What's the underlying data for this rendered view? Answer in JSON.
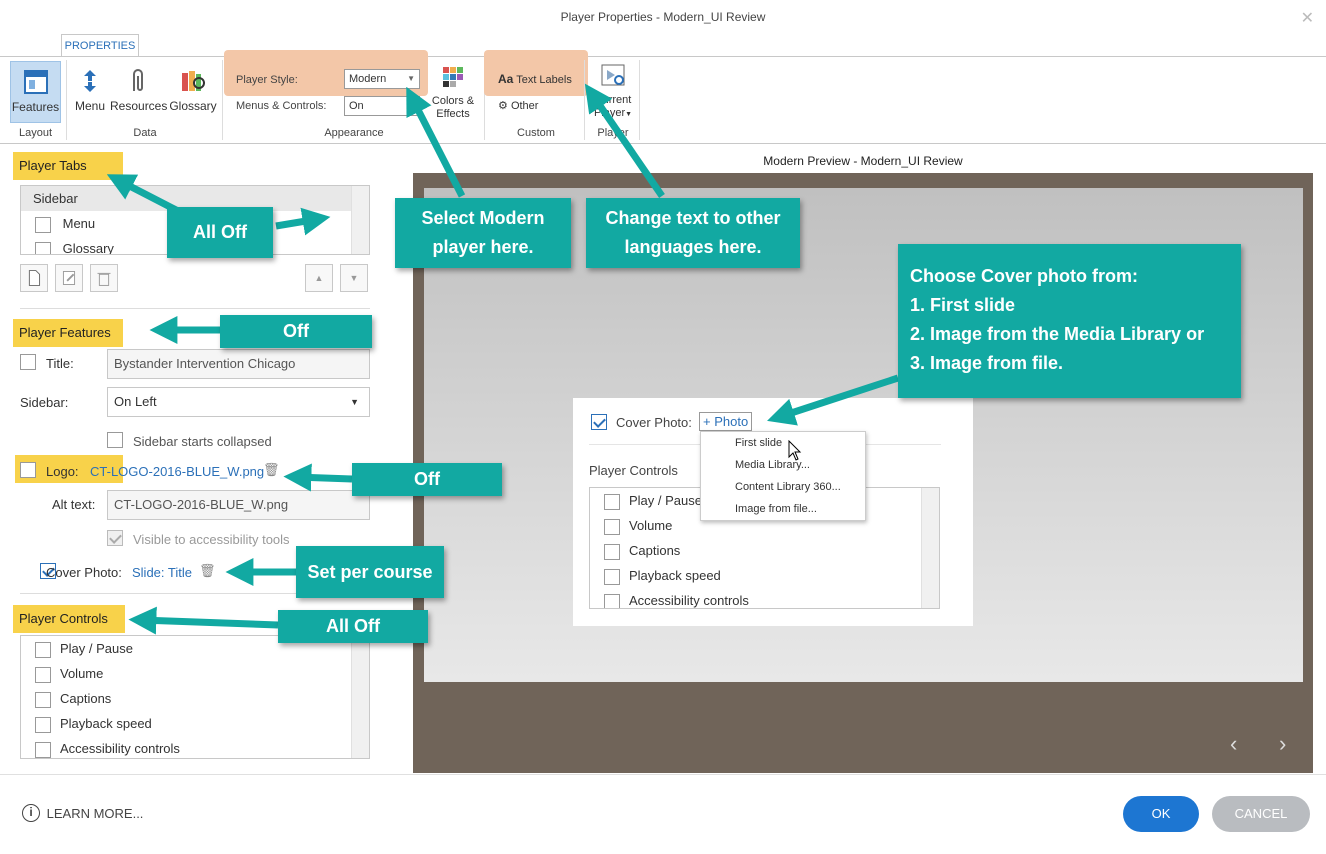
{
  "window": {
    "title": "Player Properties - Modern_UI Review"
  },
  "ribbon": {
    "tab": "PROPERTIES",
    "features": "Features",
    "menu": "Menu",
    "resources": "Resources",
    "glossary": "Glossary",
    "player_style_label": "Player Style:",
    "player_style_value": "Modern",
    "menus_controls_label": "Menus & Controls:",
    "menus_controls_value": "On",
    "colors_effects": "Colors &",
    "colors_effects_2": "Effects",
    "text_labels": "Text Labels",
    "text_labels_prefix": "Aa",
    "other": "Other",
    "current_player": "Current",
    "current_player_2": "Player",
    "groups": {
      "layout": "Layout",
      "data": "Data",
      "appearance": "Appearance",
      "custom": "Custom",
      "player": "Player"
    }
  },
  "left": {
    "player_tabs_label": "Player Tabs",
    "tabs_list": [
      "Sidebar",
      "Menu",
      "Glossary"
    ],
    "player_features_label": "Player Features",
    "title_label": "Title:",
    "title_value": "Bystander Intervention Chicago",
    "sidebar_label": "Sidebar:",
    "sidebar_value": "On Left",
    "sidebar_collapsed": "Sidebar starts collapsed",
    "logo_label": "Logo:",
    "logo_value": "CT-LOGO-2016-BLUE_W.png",
    "alt_text_label": "Alt text:",
    "alt_text_value": "CT-LOGO-2016-BLUE_W.png",
    "visible_accessibility": "Visible to accessibility tools",
    "cover_photo_label": "Cover Photo:",
    "cover_photo_value": "Slide: Title",
    "player_controls_label": "Player Controls",
    "controls_list": [
      "Play / Pause",
      "Volume",
      "Captions",
      "Playback speed",
      "Accessibility controls"
    ]
  },
  "preview": {
    "title": "Modern Preview - Modern_UI Review",
    "cover_photo_label": "Cover Photo:",
    "photo_link": "+ Photo",
    "menu_items": [
      "First slide",
      "Media Library...",
      "Content Library 360...",
      "Image from file..."
    ],
    "player_controls_label": "Player Controls",
    "controls_list": [
      "Play / Pause",
      "Volume",
      "Captions",
      "Playback speed",
      "Accessibility controls"
    ]
  },
  "callouts": {
    "all_off_tabs": "All Off",
    "select_modern": "Select Modern player here.",
    "change_text": "Change text to other languages here.",
    "cover_photo_lines": [
      "Choose Cover photo from:",
      "1. First slide",
      "2. Image from the Media Library or",
      "3. Image from file."
    ],
    "off_features": "Off",
    "off_logo": "Off",
    "set_per_course": "Set per course",
    "all_off_controls": "All Off"
  },
  "footer": {
    "learn_more": "LEARN MORE...",
    "ok": "OK",
    "cancel": "CANCEL"
  },
  "colors": {
    "callout": "#12a9a2",
    "highlight_yellow": "#f8d24a",
    "highlight_orange": "#f3c7a8",
    "ok_blue": "#1d76d2"
  }
}
